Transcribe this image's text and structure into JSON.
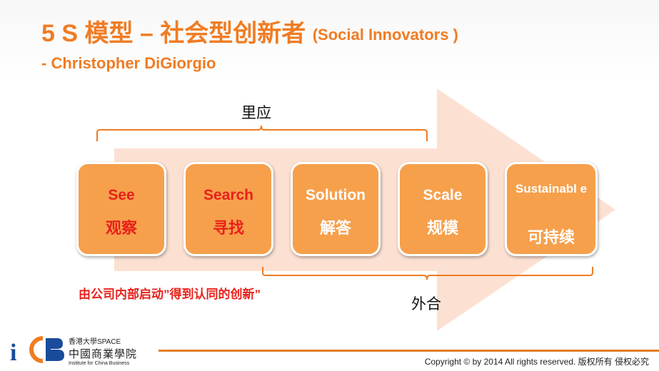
{
  "title": {
    "main": "5 S 模型 – 社会型创新者",
    "sub": "(Social Innovators )",
    "author": "- Christopher DiGiorgio"
  },
  "labels": {
    "top": "里应",
    "bottom": "外合",
    "note": "由公司内部启动”得到认同的创新”"
  },
  "steps": [
    {
      "en": "See",
      "zh": "观察"
    },
    {
      "en": "Search",
      "zh": "寻找"
    },
    {
      "en": "Solution",
      "zh": "解答"
    },
    {
      "en": "Scale",
      "zh": "规模"
    },
    {
      "en": "Sustainabl e",
      "zh": "可持续"
    }
  ],
  "logo": {
    "line1": "香港大學SPACE",
    "line2": "中國商業學院",
    "line3": "Institute for China Business"
  },
  "footer": {
    "copyright": "Copyright © by 2014 All rights reserved. 版权所有 侵权必究"
  },
  "colors": {
    "accent": "#f07c23",
    "box": "#f6a04c",
    "arrow": "#fbdccb",
    "red": "#e8211b",
    "footer_line": "#e57c1f",
    "logo_blue": "#1a4c9c"
  }
}
